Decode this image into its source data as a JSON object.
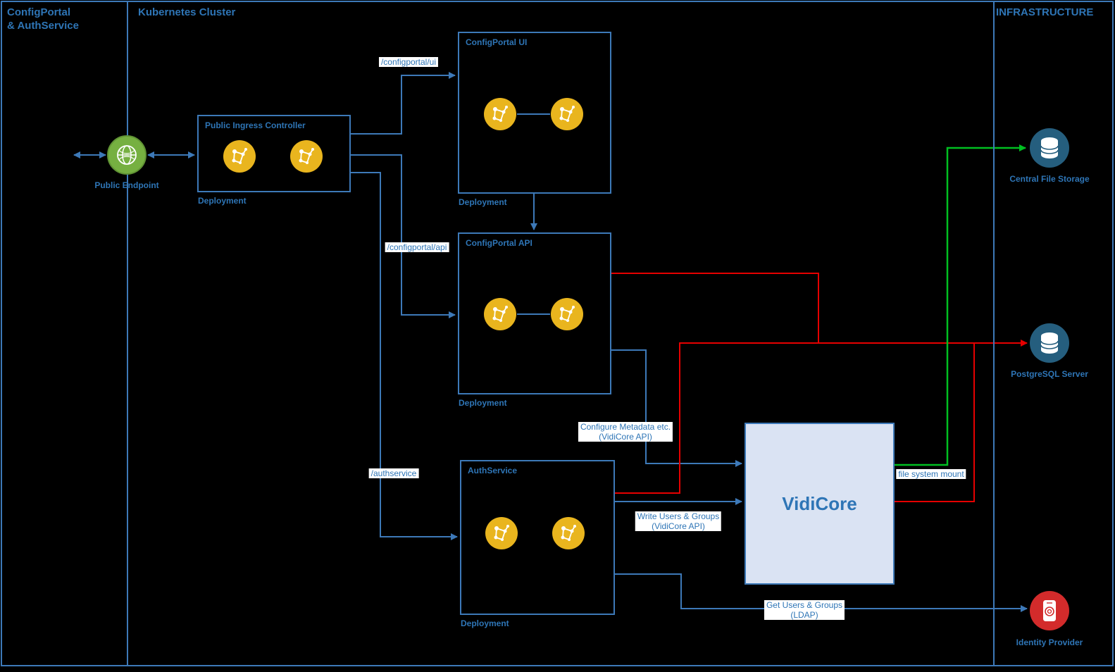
{
  "sections": {
    "left": {
      "title_line1": "ConfigPortal",
      "title_line2": "& AuthService"
    },
    "cluster": {
      "title": "Kubernetes Cluster"
    },
    "infrastructure": {
      "title": "INFRASTRUCTURE"
    }
  },
  "nodes": {
    "public_endpoint": {
      "label": "Public Endpoint"
    },
    "ingress": {
      "title": "Public Ingress Controller",
      "type_label": "Deployment"
    },
    "configportal_ui": {
      "title": "ConfigPortal UI",
      "type_label": "Deployment"
    },
    "configportal_api": {
      "title": "ConfigPortal API",
      "type_label": "Deployment"
    },
    "authservice": {
      "title": "AuthService",
      "type_label": "Deployment"
    },
    "vidicore": {
      "label": "VidiCore"
    },
    "central_file_storage": {
      "label": "Central File Storage"
    },
    "postgresql_server": {
      "label": "PostgreSQL Server"
    },
    "identity_provider": {
      "label": "Identity Provider"
    }
  },
  "edges": {
    "route_ui": {
      "label": "/configportal/ui"
    },
    "route_api": {
      "label": "/configportal/api"
    },
    "route_auth": {
      "label": "/authservice"
    },
    "configure_metadata": {
      "line1": "Configure Metadata etc.",
      "line2": "(VidiCore API)"
    },
    "write_users": {
      "line1": "Write Users & Groups",
      "line2": "(VidiCore API)"
    },
    "get_users": {
      "line1": "Get Users & Groups",
      "line2": "(LDAP)"
    },
    "file_mount": {
      "label": "file system mount"
    }
  },
  "colors": {
    "background": "#000000",
    "line_blue": "#3d79b8",
    "text_blue": "#2e75b6",
    "line_red": "#e60000",
    "line_green": "#00bf21",
    "pod_yellow": "#e9b51e",
    "endpoint_green": "#76b041",
    "infra_circle_blue": "#255e7e",
    "identity_red": "#d32b2b",
    "vidicore_fill": "#dae3f3",
    "label_bg": "#ffffff"
  }
}
